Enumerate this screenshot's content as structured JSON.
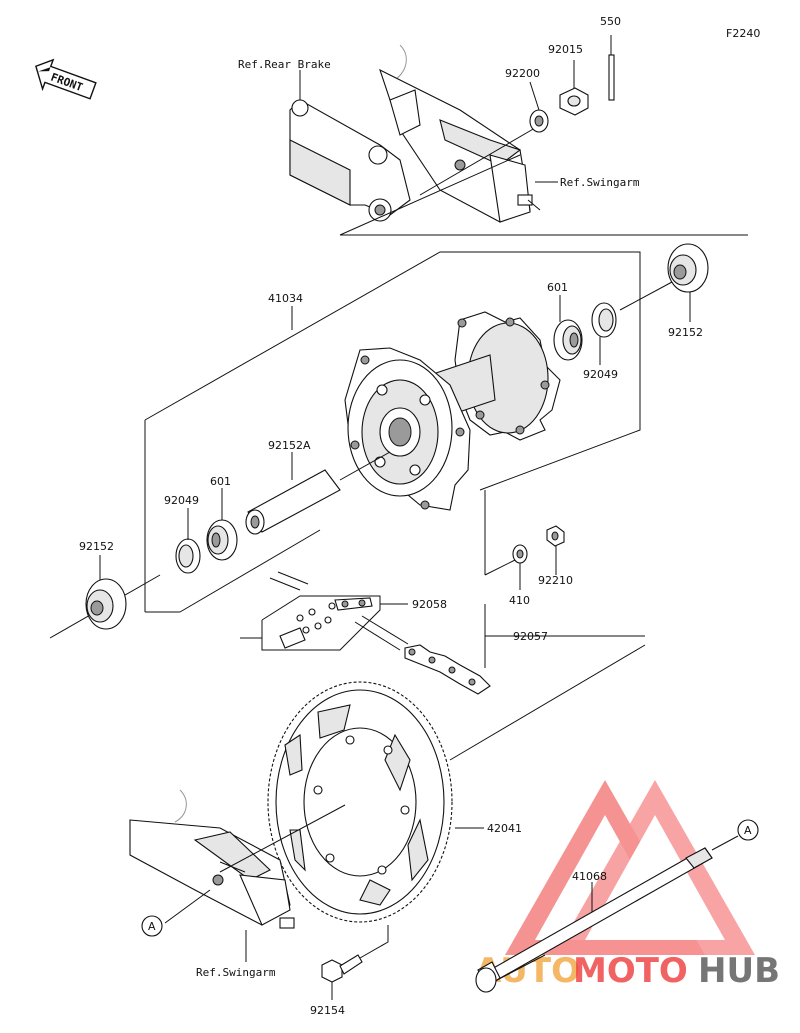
{
  "figure_code": "F2240",
  "front_label": "FRONT",
  "refs": {
    "rear_brake": "Ref.Rear Brake",
    "swingarm_top": "Ref.Swingarm",
    "swingarm_bottom": "Ref.Swingarm"
  },
  "parts": {
    "p550": "550",
    "p92015": "92015",
    "p92200": "92200",
    "p41034": "41034",
    "p601_right": "601",
    "p92152_right": "92152",
    "p92049_right": "92049",
    "p92152A": "92152A",
    "p601_left": "601",
    "p92049_left": "92049",
    "p92152_left": "92152",
    "p92210": "92210",
    "p410": "410",
    "p92058": "92058",
    "p92057": "92057",
    "p42041": "42041",
    "p41068": "41068",
    "p92154": "92154"
  },
  "callouts": {
    "a_left": "A",
    "a_right": "A"
  },
  "watermark": {
    "part1": "AUTO",
    "part2": "MOTO",
    "part3": "HUB"
  }
}
